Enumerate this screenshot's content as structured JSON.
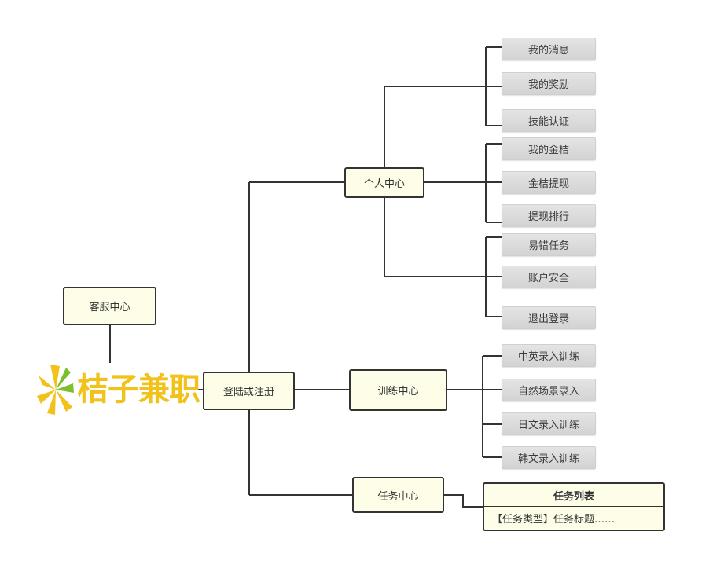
{
  "logo": {
    "text": "桔子兼职",
    "color": "#f2c21b"
  },
  "nodes": {
    "customer_service": "客服中心",
    "login": "登陆或注册",
    "personal_center": "个人中心",
    "training_center": "训练中心",
    "task_center": "任务中心"
  },
  "personal_items": [
    "我的消息",
    "我的奖励",
    "技能认证",
    "我的金桔",
    "金桔提现",
    "提现排行",
    "易错任务",
    "账户安全",
    "退出登录"
  ],
  "training_items": [
    "中英录入训练",
    "自然场景录入",
    "日文录入训练",
    "韩文录入训练"
  ],
  "task_list": {
    "title": "任务列表",
    "row": "【任务类型】任务标题……"
  },
  "colors": {
    "node_fill": "#fdfde8",
    "line": "#333333",
    "leaf_fill": "#dcdcdc"
  }
}
